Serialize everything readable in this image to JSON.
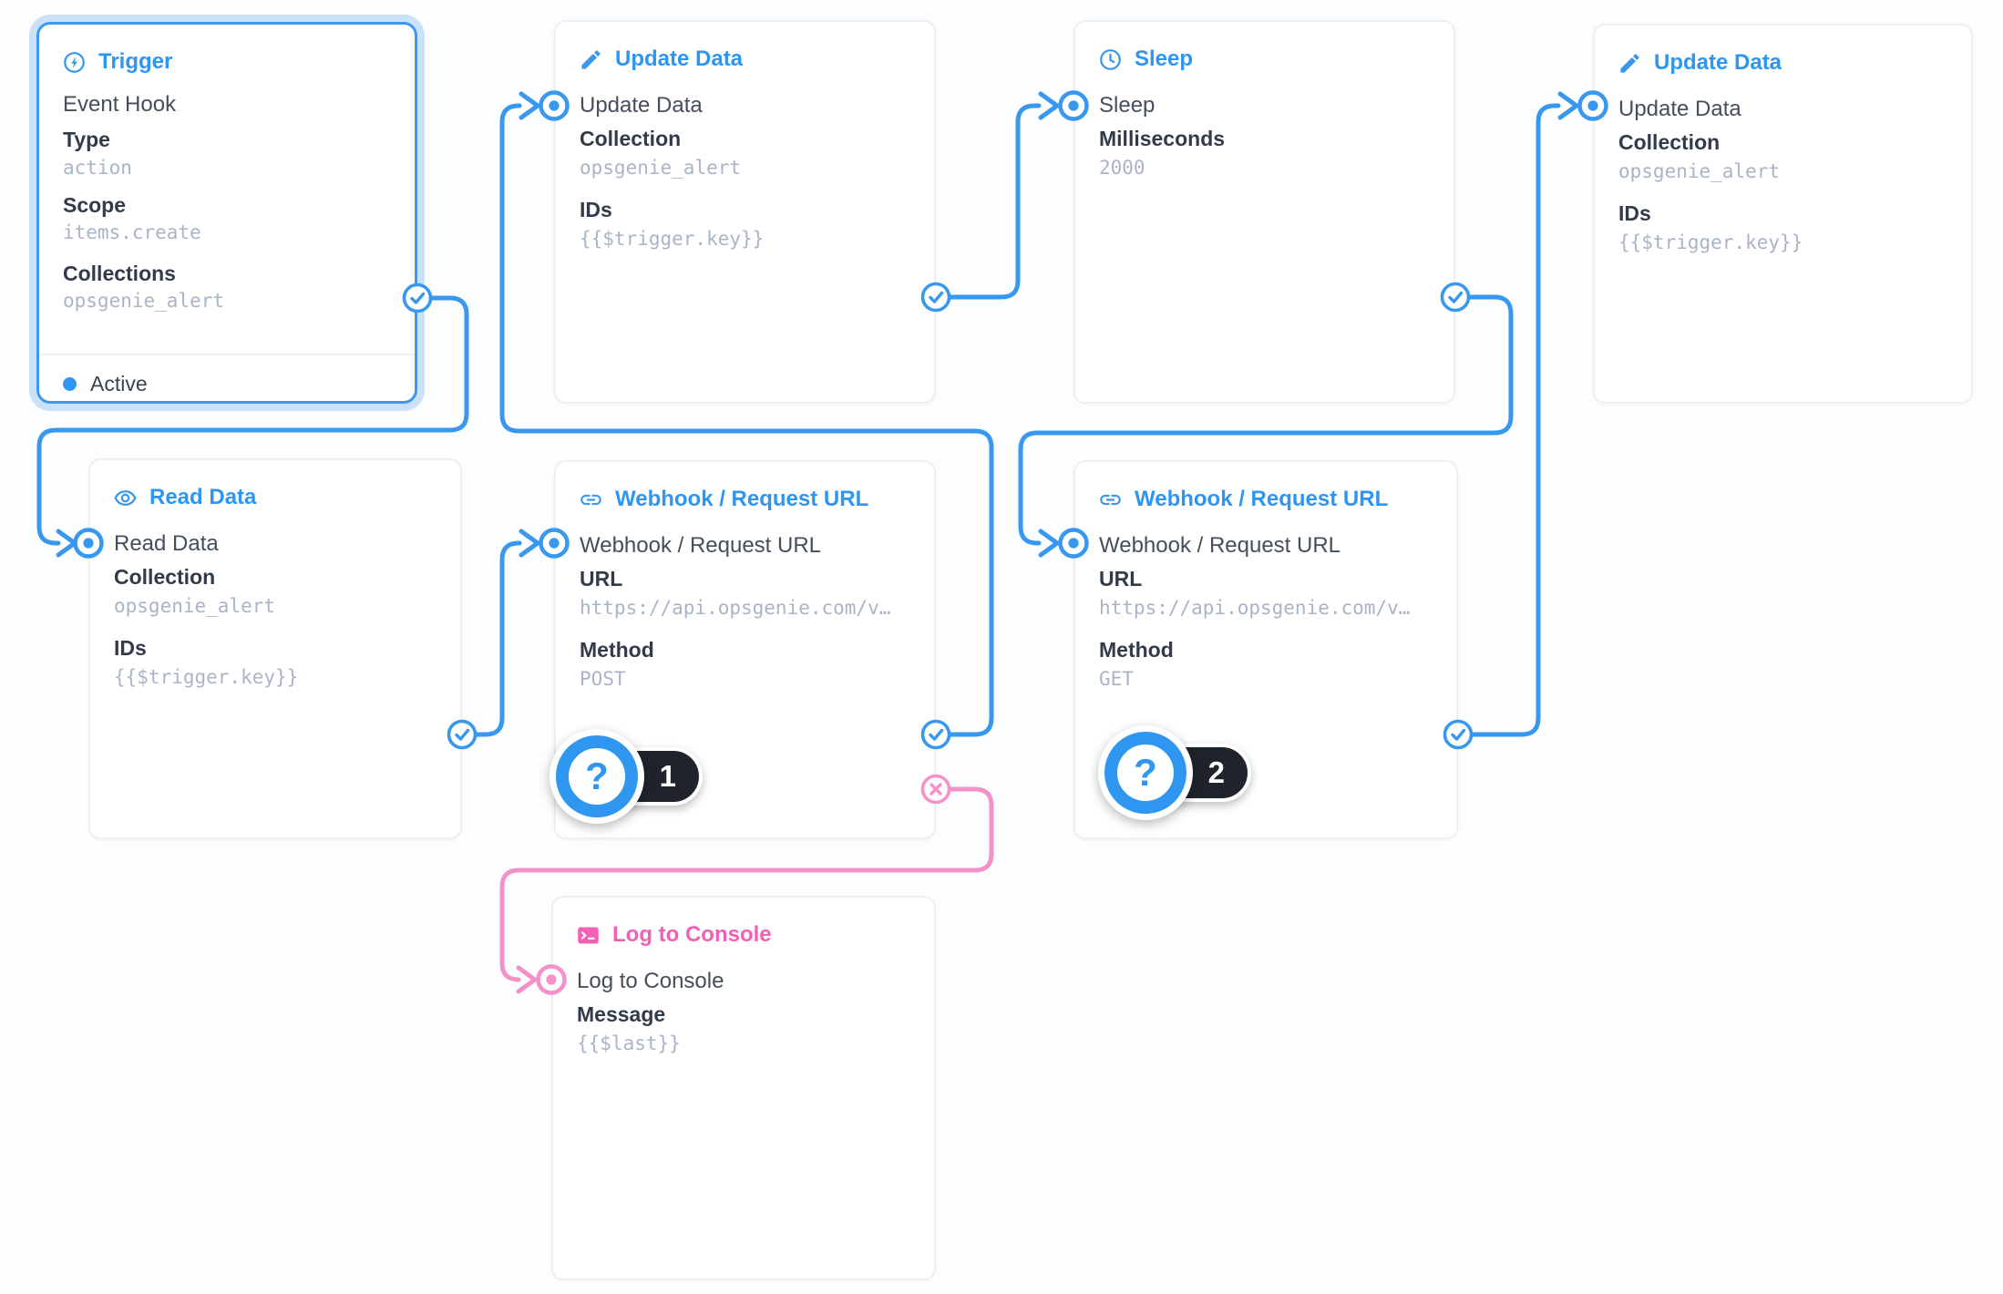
{
  "app": "flow-editor",
  "colors": {
    "accent_blue": "#3897ef",
    "accent_pink": "#f491c8",
    "pink_title": "#f160b5",
    "badge_bg": "#1f242c",
    "selected_glow": "#c9e2fa"
  },
  "panels": [
    {
      "id": "trigger",
      "title": "Trigger",
      "icon": "bolt-circle-icon",
      "name": "Event Hook",
      "fields": [
        {
          "label": "Type",
          "value": "action"
        },
        {
          "label": "Scope",
          "value": "items.create"
        },
        {
          "label": "Collections",
          "value": "opsgenie_alert"
        }
      ],
      "status": "Active",
      "selected": true
    },
    {
      "id": "update_data_1",
      "title": "Update Data",
      "icon": "pencil-icon",
      "name": "Update Data",
      "fields": [
        {
          "label": "Collection",
          "value": "opsgenie_alert"
        },
        {
          "label": "IDs",
          "value": "{{$trigger.key}}"
        }
      ]
    },
    {
      "id": "sleep",
      "title": "Sleep",
      "icon": "clock-icon",
      "name": "Sleep",
      "fields": [
        {
          "label": "Milliseconds",
          "value": "2000"
        }
      ]
    },
    {
      "id": "update_data_2",
      "title": "Update Data",
      "icon": "pencil-icon",
      "name": "Update Data",
      "fields": [
        {
          "label": "Collection",
          "value": "opsgenie_alert"
        },
        {
          "label": "IDs",
          "value": "{{$trigger.key}}"
        }
      ]
    },
    {
      "id": "read_data",
      "title": "Read Data",
      "icon": "eye-icon",
      "name": "Read Data",
      "fields": [
        {
          "label": "Collection",
          "value": "opsgenie_alert"
        },
        {
          "label": "IDs",
          "value": "{{$trigger.key}}"
        }
      ]
    },
    {
      "id": "webhook_post",
      "title": "Webhook / Request URL",
      "icon": "link-icon",
      "name": "Webhook / Request URL",
      "fields": [
        {
          "label": "URL",
          "value": "https://api.opsgenie.com/v…"
        },
        {
          "label": "Method",
          "value": "POST"
        }
      ],
      "badge": "1"
    },
    {
      "id": "webhook_get",
      "title": "Webhook / Request URL",
      "icon": "link-icon",
      "name": "Webhook / Request URL",
      "fields": [
        {
          "label": "URL",
          "value": "https://api.opsgenie.com/v…"
        },
        {
          "label": "Method",
          "value": "GET"
        }
      ],
      "badge": "2"
    },
    {
      "id": "log_to_console",
      "title": "Log to Console",
      "icon": "terminal-icon",
      "name": "Log to Console",
      "fields": [
        {
          "label": "Message",
          "value": "{{$last}}"
        }
      ]
    }
  ],
  "badges": {
    "webhook_post_run": "1",
    "webhook_get_run": "2"
  }
}
